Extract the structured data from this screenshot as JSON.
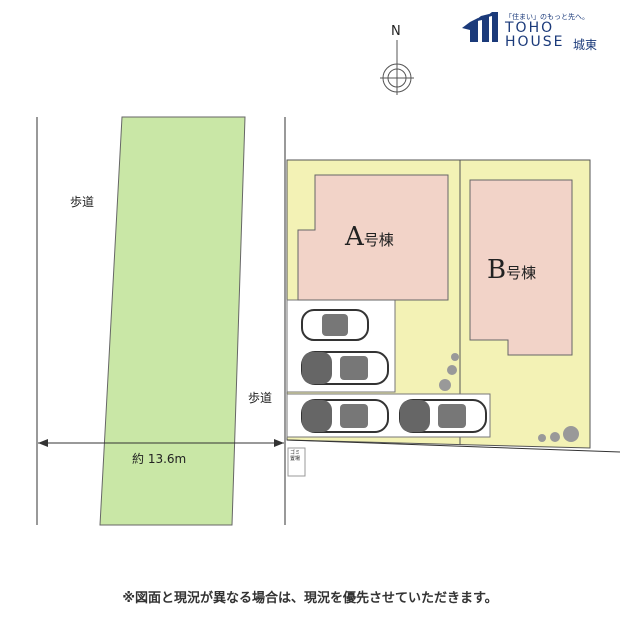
{
  "logo": {
    "tagline": "「住まい」のもっと先へ。",
    "line1": "TOHO",
    "line2": "HOUSE",
    "branch": "城東",
    "color": "#1b3a7a"
  },
  "compass": {
    "label": "N"
  },
  "labels": {
    "sidewalk_left": "歩道",
    "sidewalk_right": "歩道",
    "width": "約 13.6m",
    "garbage": "ゴミ置場",
    "house_a_letter": "A",
    "house_a_suffix": "号棟",
    "house_b_letter": "B",
    "house_b_suffix": "号棟"
  },
  "note": "※図面と現況が異なる場合は、現況を優先させていただきます。",
  "colors": {
    "green": "#c9e7a6",
    "yellow": "#f3f2b5",
    "house": "#f2d3c8"
  }
}
